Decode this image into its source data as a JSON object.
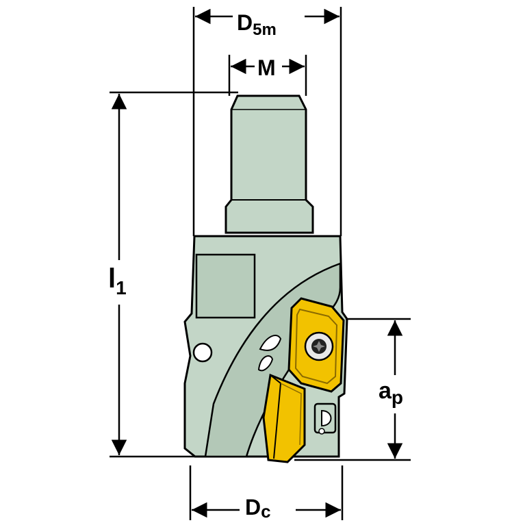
{
  "labels": {
    "d5m": {
      "main": "D",
      "sub": "5m"
    },
    "m": {
      "main": "M"
    },
    "l1": {
      "main": "l",
      "sub": "1"
    },
    "ap": {
      "main": "a",
      "sub": "p"
    },
    "dc": {
      "main": "D",
      "sub": "c"
    }
  },
  "colors": {
    "body": "#c3d6c7",
    "body_shade": "#a9bfae",
    "insert": "#f2c200",
    "insert_dark": "#8a6a00",
    "line": "#000000",
    "background": "#ffffff"
  }
}
